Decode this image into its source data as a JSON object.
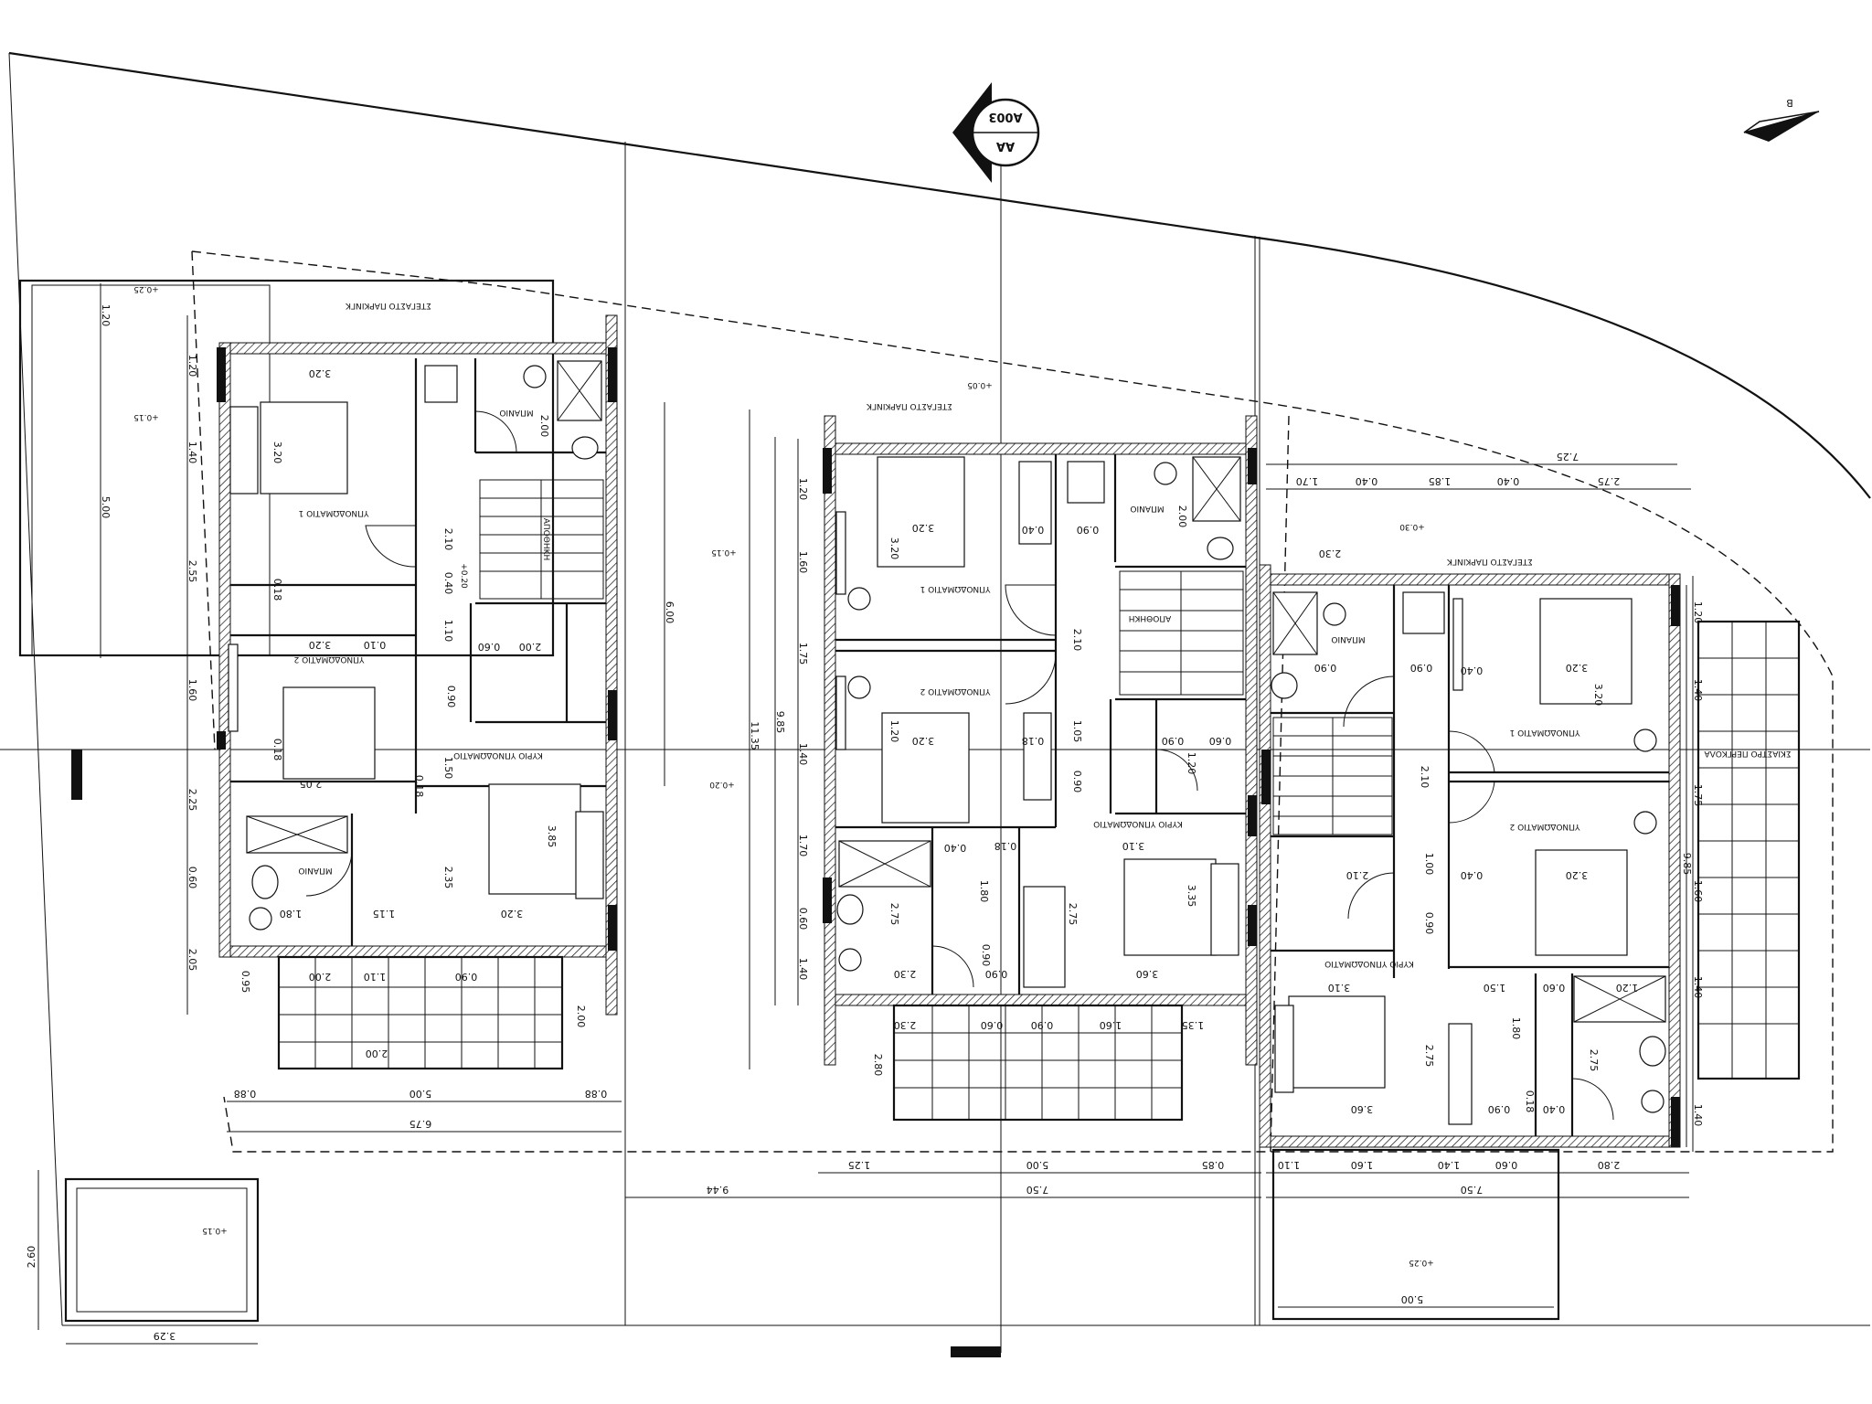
{
  "section_marker": {
    "label_top": "AA",
    "label_bottom": "A003"
  },
  "north_arrow": {
    "label": "B"
  },
  "house_left": {
    "rooms": {
      "bedroom_1": "ΥΠΝΟΔΩΜΑΤΙΟ 1",
      "bedroom_2": "ΥΠΝΟΔΩΜΑΤΙΟ 2",
      "master": "ΚΥΡΙΟ ΥΠΝΟΔΩΜΑΤΙΟ",
      "bath_1": "ΜΠΑΝΙΟ",
      "bath_2": "ΜΠΑΝΙΟ",
      "veranda": "ΣΤΕΓΑΣΤΟ ΠΑΡΚΙΝΓΚ",
      "storage": "ΑΠΟΘΗΚΗ"
    },
    "dims_left": [
      "1.20",
      "1.20",
      "1.40",
      "2.55",
      "1.60",
      "2.25",
      "0.60",
      "2.05"
    ],
    "dim_total_left": "5.00",
    "dims_inner": [
      "3.20",
      "3.20",
      "2.10",
      "1.10",
      "0.60",
      "2.00",
      "0.90",
      "1.50",
      "2.35",
      "3.85",
      "2.00",
      "1.80",
      "1.15",
      "3.20",
      "0.18",
      "0.18",
      "0.40",
      "0.18",
      "2.05",
      "3.20",
      "0.10",
      "2.00"
    ],
    "dims_bottom": [
      "0.88",
      "5.00",
      "0.88"
    ],
    "dim_total_bottom": "6.75",
    "dims_balcony": [
      "0.95",
      "2.00",
      "1.10",
      "0.90",
      "2.00"
    ],
    "level_1": "+0.25",
    "level_2": "+0.15",
    "level_3": "+0.20"
  },
  "house_mid": {
    "rooms": {
      "bedroom_1": "ΥΠΝΟΔΩΜΑΤΙΟ 1",
      "bedroom_2": "ΥΠΝΟΔΩΜΑΤΙΟ 2",
      "master": "ΚΥΡΙΟ ΥΠΝΟΔΩΜΑΤΙΟ",
      "bath": "ΜΠΑΝΙΟ",
      "veranda": "ΣΤΕΓΑΣΤΟ ΠΑΡΚΙΝΓΚ",
      "storage": "ΑΠΟΘΗΚΗ"
    },
    "dims_left": [
      "1.20",
      "1.60",
      "1.75",
      "1.40",
      "1.70",
      "0.60",
      "1.40"
    ],
    "dim_total_1": "6.00",
    "dim_total_2": "11.35",
    "dim_total_3": "9.85",
    "dims_inner": [
      "3.20",
      "3.20",
      "3.20",
      "1.20",
      "2.10",
      "0.90",
      "0.40",
      "2.00",
      "1.05",
      "0.90",
      "0.90",
      "0.60",
      "0.18",
      "1.20",
      "3.10",
      "3.35",
      "2.75",
      "2.75",
      "1.80",
      "0.90",
      "3.60",
      "2.30",
      "0.40",
      "0.18",
      "0.90"
    ],
    "dims_bottom": [
      "1.25",
      "5.00",
      "0.85"
    ],
    "dim_total_bottom": "7.50",
    "dim_plot": "9.44",
    "dims_balcony": [
      "2.30",
      "0.60",
      "0.90",
      "1.60",
      "1.35"
    ],
    "dim_balcony_depth": "2.80",
    "level_1": "+0.15",
    "level_2": "+0.20",
    "level_3": "+0.05"
  },
  "house_right": {
    "rooms": {
      "bedroom_1": "ΥΠΝΟΔΩΜΑΤΙΟ 1",
      "bedroom_2": "ΥΠΝΟΔΩΜΑΤΙΟ 2",
      "master": "ΚΥΡΙΟ ΥΠΝΟΔΩΜΑΤΙΟ",
      "bath": "ΜΠΑΝΙΟ",
      "veranda": "ΣΤΕΓΑΣΤΟ ΠΑΡΚΙΝΓΚ",
      "pergola": "ΣΚΙΑΣΤΡΟ ΠΕΡΓΚΟΛΑ"
    },
    "dims_top": [
      "1.70",
      "0.40",
      "1.85",
      "0.40",
      "2.75"
    ],
    "dim_total_top": "7.25",
    "dims_right": [
      "1.20",
      "1.40",
      "1.75",
      "1.60",
      "1.40",
      "1.40"
    ],
    "dim_total_right": "9.85",
    "dims_inner": [
      "2.30",
      "0.90",
      "0.90",
      "3.20",
      "3.20",
      "2.10",
      "2.10",
      "0.40",
      "0.40",
      "0.90",
      "1.00",
      "3.20",
      "3.10",
      "1.50",
      "1.80",
      "2.75",
      "2.75",
      "3.60",
      "0.90",
      "0.40",
      "1.20",
      "0.60",
      "0.18"
    ],
    "dims_bottom": [
      "1.10",
      "1.60",
      "1.40",
      "0.60",
      "2.80"
    ],
    "dim_total_bottom": "7.50",
    "dim_parking": "5.00",
    "level_1": "+0.25",
    "level_2": "+0.30"
  },
  "parking_left": {
    "width": "3.29",
    "depth": "2.60",
    "level": "+0.15"
  }
}
